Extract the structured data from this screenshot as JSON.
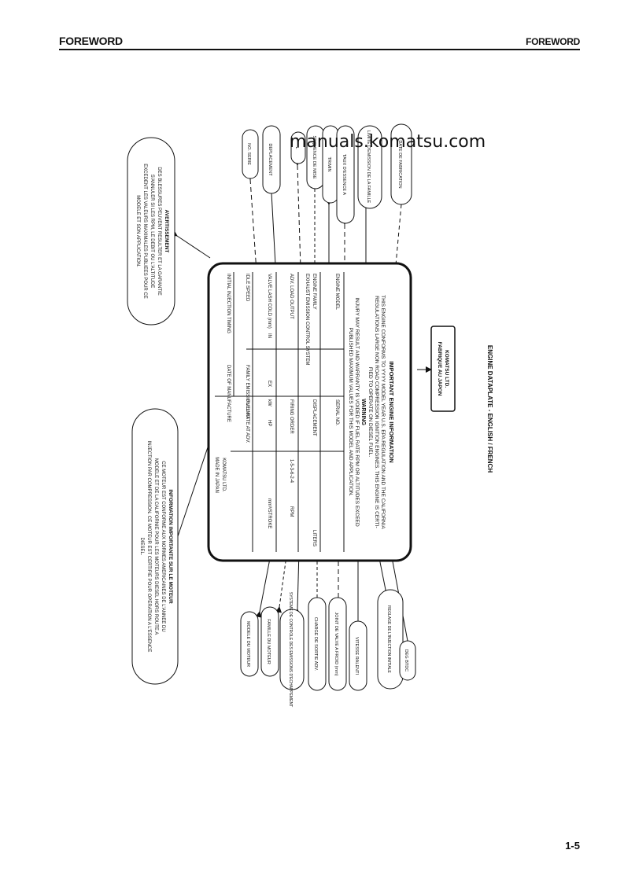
{
  "header": {
    "left_title": "FOREWORD",
    "right_title": "FOREWORD"
  },
  "watermark": "manuals.komatsu.com",
  "page_number": "1-5",
  "figure": {
    "caption": "ENGINE DATAPLATE - ENGLISH / FRENCH",
    "plate": {
      "title": "IMPORTANT ENGINE INFORMATION",
      "lines": [
        "THIS ENGINE CONFORMS TO YYYY MODEL YEAR U.S. EPA REGULATION AND THE CALIFORNIA",
        "REGULATIONS LARGE NON ROAD COMPRESSION IGNITION ENGINES. THIS ENGINE IS CERTI-",
        "FIED TO OPERATE ON DIESEL FUEL."
      ],
      "warning_title": "WARNING",
      "warning_lines": [
        "INJURY MAY RESULT AND WARRANTY IS VOIDED IF FUEL RATE RPM OR ALTITUDES EXCEED",
        "PUBLISHED MAXIMUM VALUES FOR THIS MODEL AND APPLICATION."
      ],
      "col1": [
        "ENGINE MODEL",
        "ENGINE FAMILY",
        "EXHAUST EMISSION CONTROL SYSTEM",
        "ADV. LOAD OUTPUT",
        "VALVE LASH COLD (mm)",
        "IDLE SPEED",
        "INITIAL INJECTION TIMING"
      ],
      "col2": [
        "SERIAL NO.",
        "DISPLACEMENT",
        "FIRING ORDER",
        "kW",
        "FUEL RATE AT ADV.",
        "FAMILY EMISSION LIMIT",
        "DATE OF MANUFACTURE"
      ],
      "values": [
        "LITERS",
        "1-5-3-6-2-4",
        "RPM",
        "mm³/STROKE",
        "HP",
        "IN",
        "EX"
      ],
      "maker": [
        "KOMATSU LTD.",
        "MADE IN JAPAN"
      ]
    },
    "nameplate": [
      "KOMATSU LTD.",
      "FABRIQUE AU JAPON"
    ],
    "french_info": {
      "title": "INFORMATION IMPORTANTE SUR LE MOTEUR",
      "lines": [
        "CE MOTEUR EST CONFORME AUX NORMES AMERICAINES DE L'ANNEE DU",
        "MODELE ET DE LA CALIFORNIE POUR LES MOTEURS DIESEL HORS ROUTE A",
        "INJECTION PAR COMPRESSION. CE MOTEUR EST CERTIFIE POUR OPERATION A L'ESSENCE",
        "DIESEL."
      ]
    },
    "french_warning": {
      "title": "AVERTISSEMENT",
      "lines": [
        "DES BLESSURES PEUVENT RESULTER ET LA GARANTIE",
        "S'ANNULER SI LES RPM, LE DEBIT OU L'ALTITUDE",
        "EXCEDENT LES VALEURS MAXIMALES PUBLIEES POUR CE",
        "MODELE ET SON APPLICATION."
      ]
    },
    "top_labels": [
      "NO. SERIE",
      "DEPLACEMENT",
      "L",
      "SEQUENCE DE MISE",
      "TR/MIN",
      "TAUX D'ESSENCE A",
      "LIMITE D'EMISSION DE LA FAMILLE",
      "DATE DE FABRICATION"
    ],
    "bottom_labels": [
      "MODELE DU MOTEUR",
      "FAMILLE DU MOTEUR",
      "SYSTEME DE CONTROLE DES EMISSIONS D'ECHAPPEMENT",
      "CHARGE DE SORTIE ADV.",
      "JOINT DE VALVE A FROID (mm)",
      "VITESSE RALENTI",
      "REGLAGE DE L'INJECTION INITIALE",
      "DEG BTDC"
    ]
  }
}
